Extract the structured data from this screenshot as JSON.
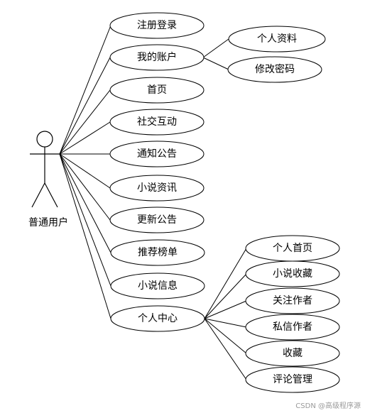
{
  "actor": {
    "label": "普通用户"
  },
  "use_cases": {
    "register_login": "注册登录",
    "my_account": "我的账户",
    "profile": "个人资料",
    "change_password": "修改密码",
    "home": "首页",
    "social": "社交互动",
    "notice": "通知公告",
    "novel_info_news": "小说资讯",
    "update_notice": "更新公告",
    "ranking": "推荐榜单",
    "novel_info": "小说信息",
    "personal_center": "个人中心",
    "personal_home": "个人首页",
    "novel_favorites": "小说收藏",
    "follow_author": "关注作者",
    "message_author": "私信作者",
    "favorites": "收藏",
    "comment_manage": "评论管理"
  },
  "watermark": "CSDN @高级程序源"
}
